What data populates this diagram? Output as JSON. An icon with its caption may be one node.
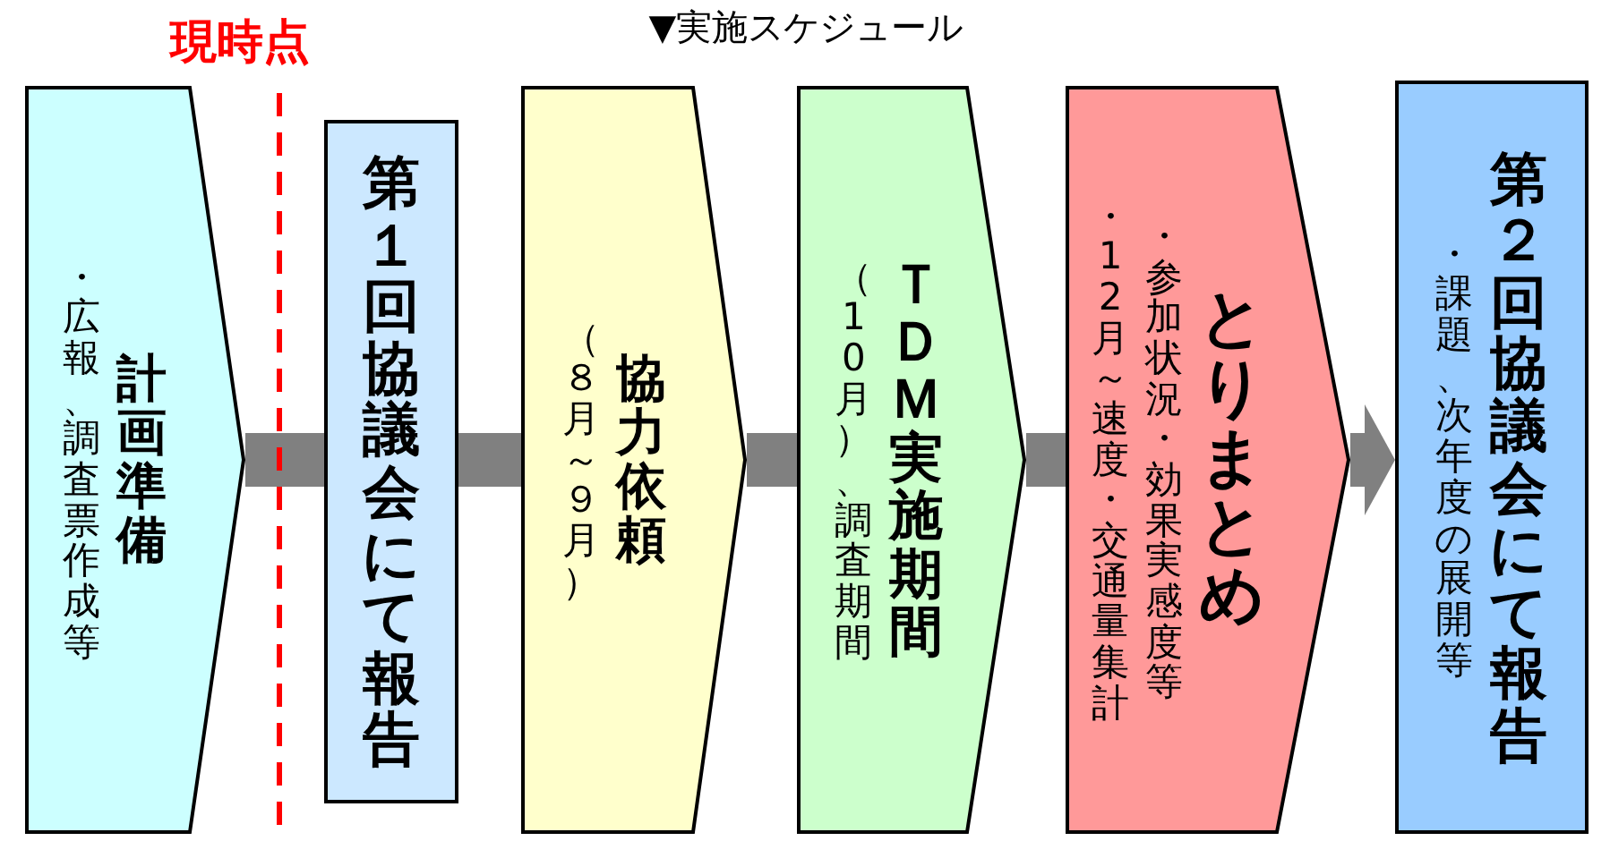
{
  "diagram": {
    "title": "▼実施スケジュール",
    "nodes": [
      {
        "text": [
          "・広報、調査票作成等",
          "計画準備"
        ]
      },
      {
        "text": [
          "第１回協議会にて報告"
        ]
      },
      {
        "text": [
          "（８月～９月）",
          "協力依頼"
        ]
      },
      {
        "text": [
          "（10月）、調査期間",
          "ＴＤＭ実施期間"
        ]
      },
      {
        "text": [
          "・12月～速度・交通量集計",
          "・参加状況・効果実感度等",
          "とりまとめ"
        ]
      },
      {
        "text": [
          "・課題、次年度の展開等",
          "第２回協議会にて報告"
        ]
      }
    ],
    "edges": [
      {
        "from": 0,
        "to": 1,
        "arrow": "none"
      },
      {
        "from": 1,
        "to": 2,
        "arrow": "none"
      },
      {
        "from": 2,
        "to": 3,
        "arrow": "none"
      },
      {
        "from": 3,
        "to": 4,
        "arrow": "none"
      },
      {
        "from": 4,
        "to": 5,
        "arrow": "to"
      }
    ],
    "labels": [
      "現時点"
    ]
  }
}
